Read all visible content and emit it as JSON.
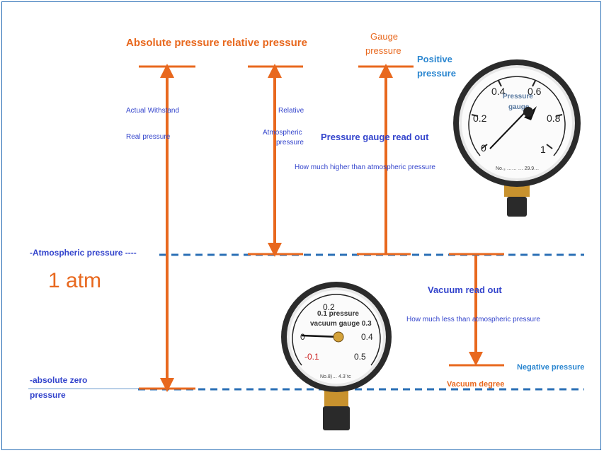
{
  "top_labels": {
    "absolute_relative": "Absolute pressure relative pressure",
    "gauge_pressure_line1": "Gauge",
    "gauge_pressure_line2": "pressure",
    "positive_pressure_line1": "Positive",
    "positive_pressure_line2": "pressure"
  },
  "absolute_column": {
    "actual_withstand": "Actual Withstand",
    "real_pressure": "Real pressure"
  },
  "relative_column": {
    "relative": "Relative",
    "atmospheric_line1": "Atmospheric",
    "atmospheric_line2": "pressure"
  },
  "gauge_column": {
    "read_out": "Pressure gauge read out",
    "higher_note": "How much higher than atmospheric pressure"
  },
  "atmospheric_line_label": "-Atmospheric pressure ----",
  "one_atm": "1 atm",
  "vacuum": {
    "read_out": "Vacuum  read out",
    "less_note": "How much less than atmospheric pressure",
    "negative_pressure": "Negative pressure",
    "vacuum_degree": "Vacuum degree"
  },
  "absolute_zero": {
    "line1": "-absolute zero",
    "line2": "pressure"
  },
  "pressure_gauge": {
    "title_line1": "Pressure",
    "title_line2": "gauge",
    "scale": [
      "0",
      "0.2",
      "0.4",
      "0.6",
      "0.8",
      "1"
    ],
    "serial": "No.₃  …… … 29.9…"
  },
  "vacuum_gauge": {
    "title_line1": "0.1 pressure",
    "title_line2": "vacuum gauge 0.3",
    "scale": [
      "-0.1",
      "0",
      "0.2",
      "0.4",
      "0.5"
    ],
    "serial": "No.8)… 4.3´tc"
  },
  "colors": {
    "orange": "#e8681e",
    "blue_text": "#3344cc",
    "dashed_line": "#2a6fb5",
    "frame": "#2a6fb5"
  }
}
